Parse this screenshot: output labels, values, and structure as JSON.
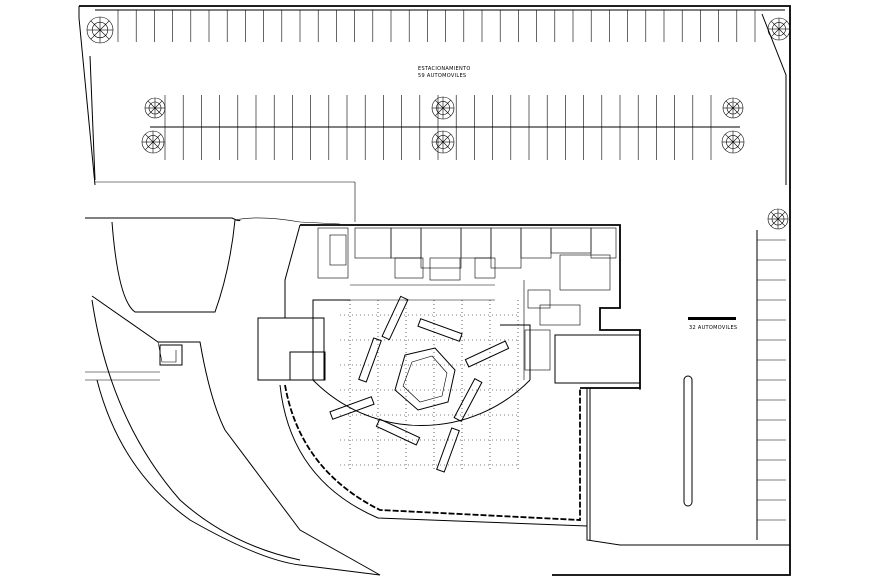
{
  "plan": {
    "labels": {
      "top_lot_title": "ESTACIONAMIENTO",
      "top_lot_capacity": "59 AUTOMOVILES",
      "right_lot_capacity": "32 AUTOMOVILES"
    }
  }
}
